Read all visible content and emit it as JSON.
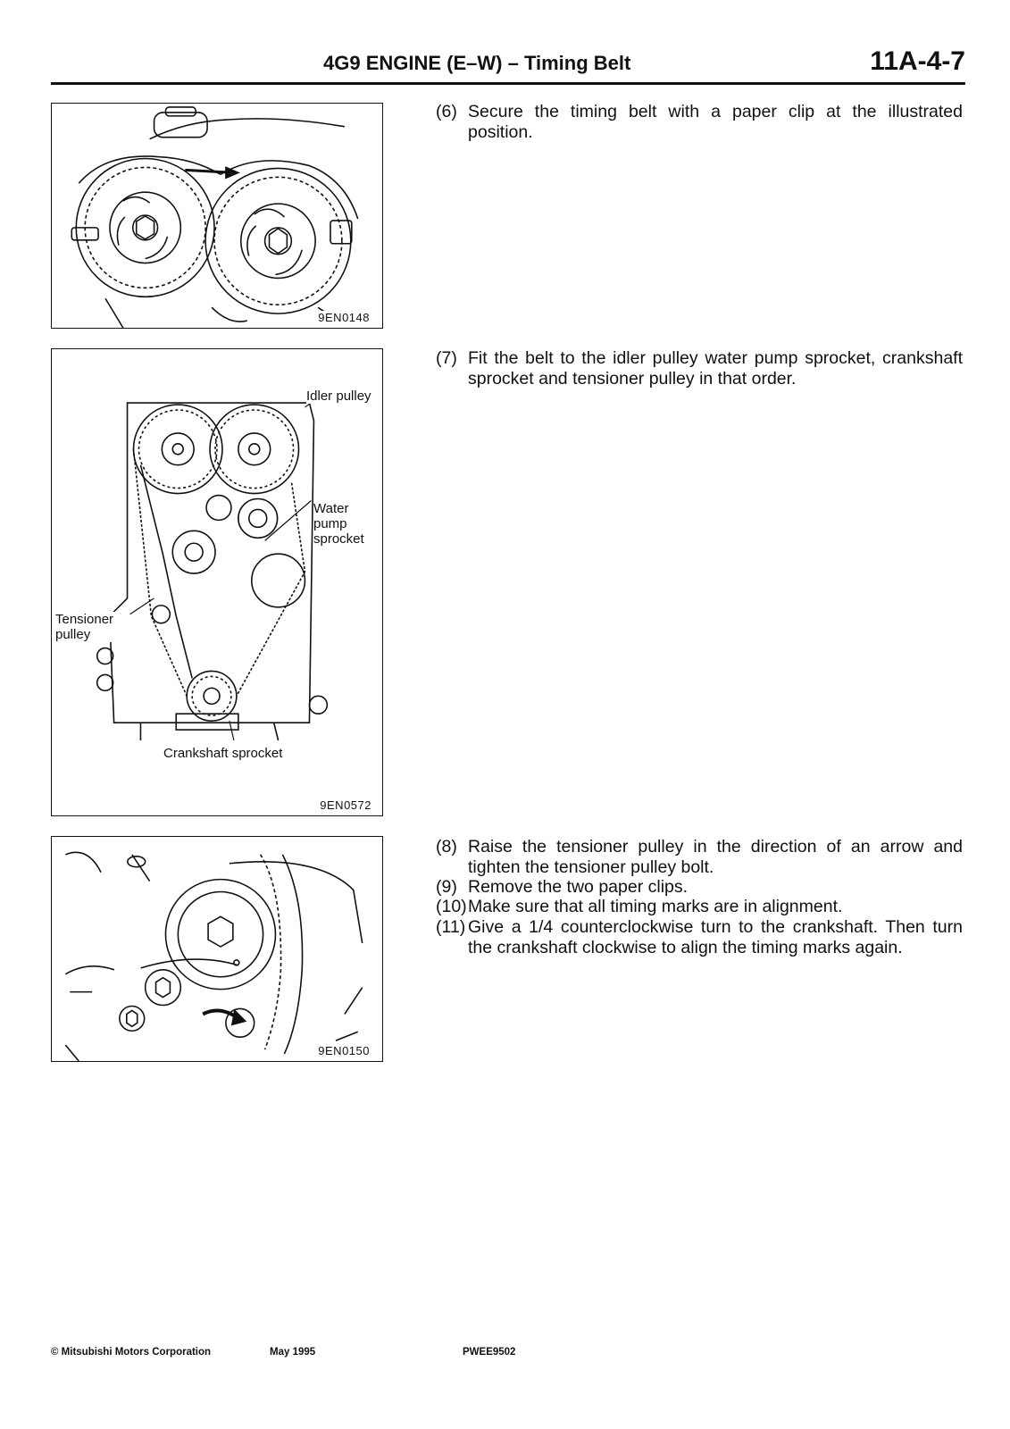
{
  "header": {
    "title": "4G9 ENGINE (E–W) – Timing Belt",
    "page_number": "11A-4-7"
  },
  "figures": [
    {
      "code": "9EN0148",
      "callouts": []
    },
    {
      "code": "9EN0572",
      "callouts": [
        "Idler pulley",
        "Water pump sprocket",
        "Tensioner pulley",
        "Crankshaft sprocket"
      ]
    },
    {
      "code": "9EN0150",
      "callouts": []
    }
  ],
  "steps": [
    {
      "num": "(6)",
      "text": "Secure the timing belt with a paper clip at the illustrated position."
    },
    {
      "num": "(7)",
      "text": "Fit the belt to the idler pulley water pump sprocket, crankshaft sprocket and tensioner pulley in that order."
    },
    {
      "num": "(8)",
      "text": "Raise the tensioner pulley in the direction of an arrow and tighten the tensioner pulley bolt."
    },
    {
      "num": "(9)",
      "text": "Remove the two paper clips."
    },
    {
      "num": "(10)",
      "text": "Make sure that all timing marks are in alignment."
    },
    {
      "num": "(11)",
      "text": "Give a 1/4 counterclockwise turn to the crankshaft. Then turn the crankshaft clockwise to align the timing marks again."
    }
  ],
  "footer": {
    "copyright": "© Mitsubishi Motors Corporation",
    "date": "May 1995",
    "doc_id": "PWEE9502"
  }
}
